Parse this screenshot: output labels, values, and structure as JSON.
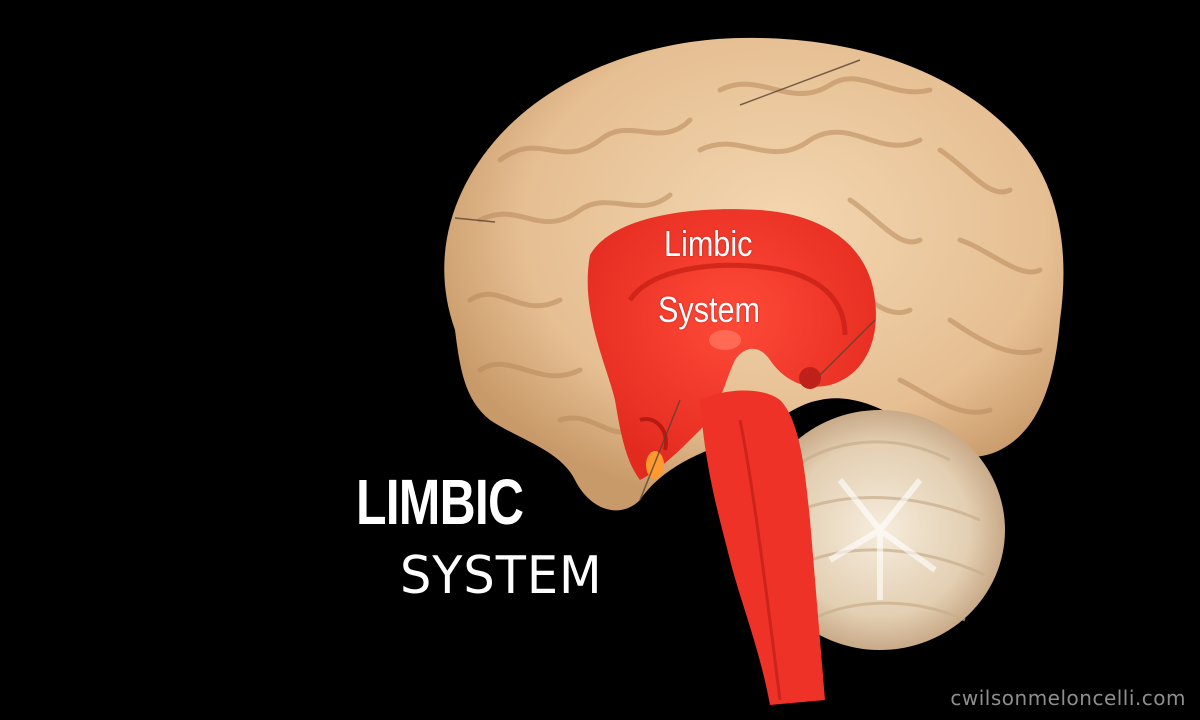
{
  "headline": {
    "line1": "LIMBIC",
    "line2": "SYSTEM"
  },
  "brain_label": {
    "line1": "Limbic",
    "line2": "System"
  },
  "watermark": "cwilsonmeloncelli.com",
  "colors": {
    "background": "#000000",
    "cortex": "#e9c49a",
    "cortex_shadow": "#c49868",
    "limbic_red": "#f0392c",
    "cerebellum": "#e8d9c2",
    "text": "#ffffff",
    "watermark": "#8e8e8e"
  }
}
